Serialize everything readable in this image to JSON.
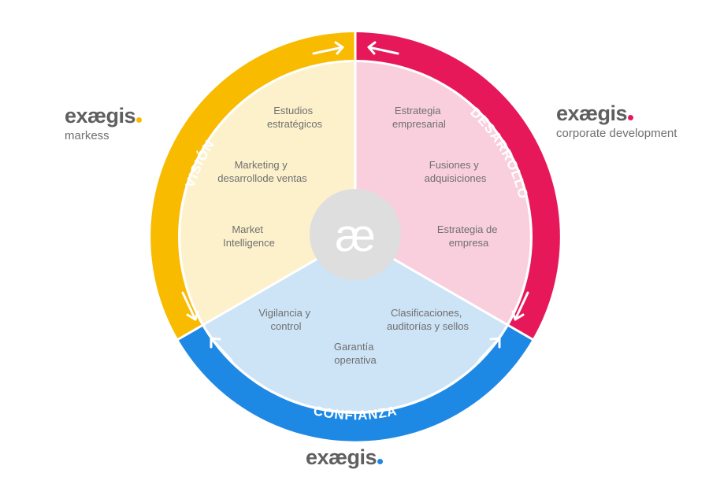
{
  "center_logo": {
    "glyph": "æ"
  },
  "segments": {
    "vision": {
      "ring_label": "VISIÓN",
      "ring_color": "#F8BB00",
      "fill_color": "#FDF1CC",
      "items": [
        "Estudios estratégicos",
        "Marketing y desarrollode ventas",
        "Market Intelligence"
      ]
    },
    "desarrollo": {
      "ring_label": "DESARROLLO",
      "ring_color": "#E6185A",
      "fill_color": "#F9CFDD",
      "items": [
        "Estrategia empresarial",
        "Fusiones y adquisiciones",
        "Estrategia de empresa"
      ]
    },
    "confianza": {
      "ring_label": "CONFIANZA",
      "ring_color": "#1E88E5",
      "fill_color": "#CDE3F6",
      "items": [
        "Vigilancia y control",
        "Garantía operativa",
        "Clasificaciones, auditorías y sellos"
      ]
    }
  },
  "brands": {
    "left": {
      "name": "exægis",
      "sub": "markess",
      "dot_color": "#F8BB00"
    },
    "right": {
      "name": "exægis",
      "sub": "corporate development",
      "dot_color": "#E6185A"
    },
    "bottom": {
      "name": "exægis",
      "dot_color": "#1E88E5"
    }
  },
  "icons": [
    "cycle-arrow-icon"
  ]
}
